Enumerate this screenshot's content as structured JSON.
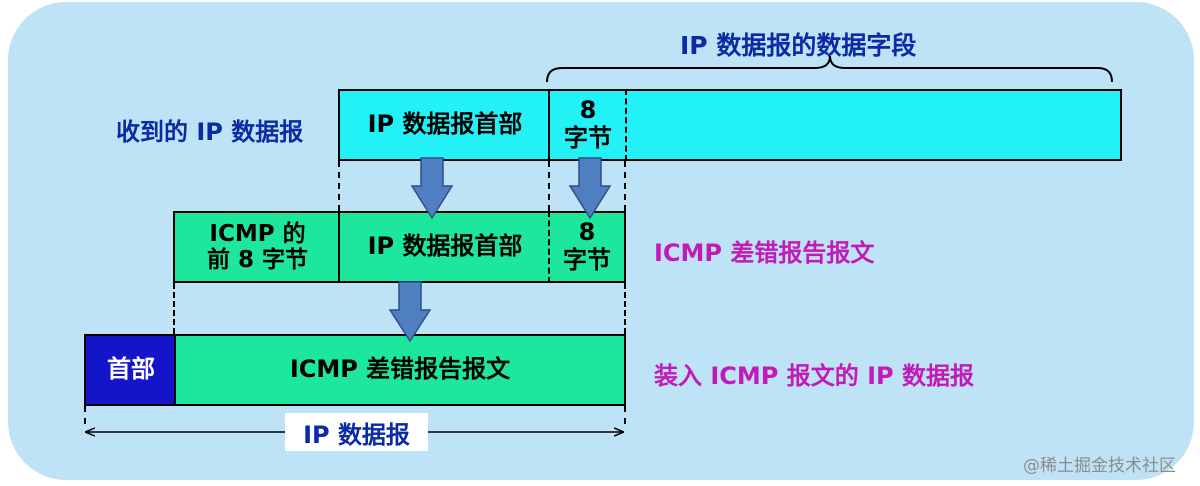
{
  "diagram": {
    "brace_label": "IP 数据报的数据字段",
    "row1": {
      "label": "收到的 IP 数据报",
      "header_box": "IP 数据报首部",
      "eight_bytes_num": "8",
      "eight_bytes_unit": "字节"
    },
    "row2": {
      "icmp_front_line1": "ICMP 的",
      "icmp_front_line2": "前 8 字节",
      "header_box": "IP 数据报首部",
      "eight_bytes_num": "8",
      "eight_bytes_unit": "字节",
      "label": "ICMP 差错报告报文"
    },
    "row3": {
      "header_box": "首部",
      "body_box": "ICMP 差错报告报文",
      "label": "装入 ICMP 报文的 IP 数据报"
    },
    "span_label": "IP 数据报",
    "watermark": "@稀土掘金技术社区"
  },
  "colors": {
    "panel": "#bfe3f6",
    "cyan_box": "#22f2f6",
    "green_box": "#1de79c",
    "header_box": "#1414c8",
    "arrow": "#4f7fc0",
    "label_blue": "#0a2aa6",
    "label_magenta": "#c21ab9"
  }
}
